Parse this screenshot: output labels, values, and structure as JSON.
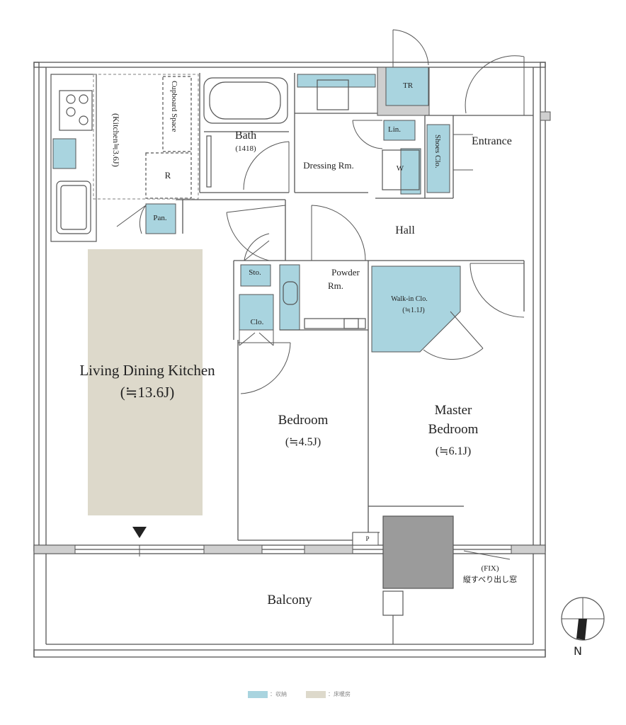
{
  "rooms": {
    "ldk": "Living Dining Kitchen",
    "ldk_size": "(≒13.6J)",
    "kitchen": "(Kitchen≒3.6J)",
    "cupboard": "Cupboard Space",
    "fridge": "R",
    "pantry": "Pan.",
    "bath": "Bath",
    "bath_size": "(1418)",
    "dressing": "Dressing Rm.",
    "washer": "W",
    "tr": "TR",
    "linen": "Lin.",
    "shoes": "Shoes Clo.",
    "entrance": "Entrance",
    "hall": "Hall",
    "storage": "Sto.",
    "powder_1": "Powder",
    "powder_2": "Rm.",
    "closet": "Clo.",
    "walkin": "Walk-in Clo.",
    "walkin_size": "(≒1.1J)",
    "bedroom": "Bedroom",
    "bedroom_size": "(≒4.5J)",
    "master_1": "Master",
    "master_2": "Bedroom",
    "master_size": "(≒6.1J)",
    "p_mark": "P",
    "balcony": "Balcony",
    "fix": "(FIX)",
    "window_note": "縦すべり出し窓"
  },
  "compass": {
    "north": "N"
  },
  "legend": [
    {
      "label": "：収納",
      "color": "#a9d4df"
    },
    {
      "label": "：床暖房",
      "color": "#ddd9cb"
    }
  ],
  "colors": {
    "storage": "#a9d4df",
    "floor_heating": "#ddd9cb",
    "wall": "#555555",
    "unit": "#9b9b9b"
  }
}
